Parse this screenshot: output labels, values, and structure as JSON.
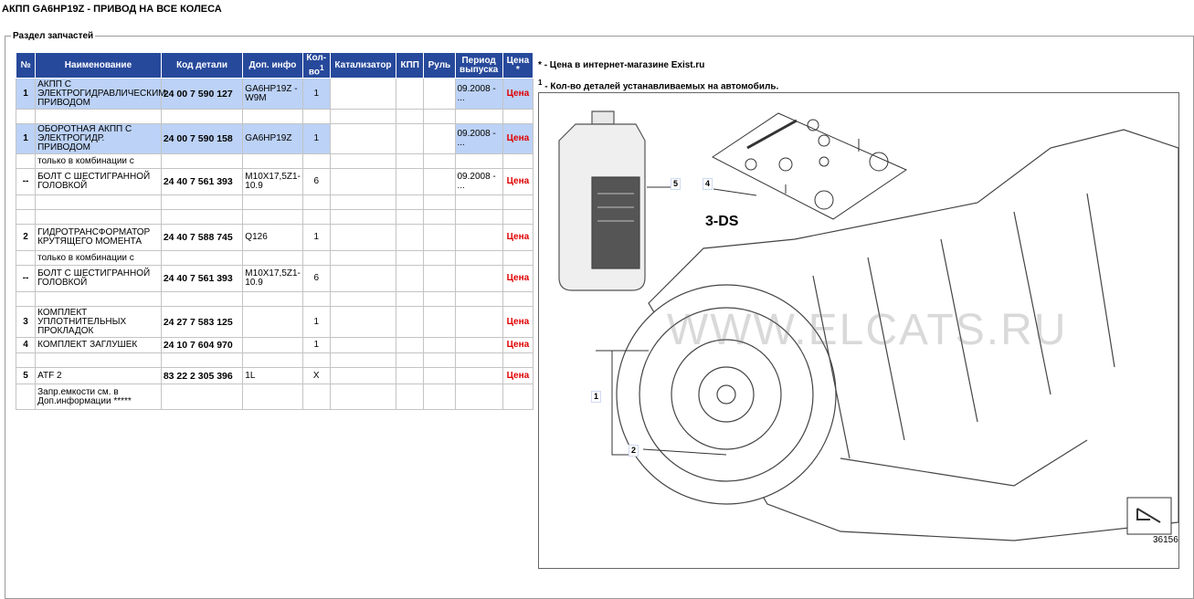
{
  "page_title": "АКПП GA6HP19Z - ПРИВОД НА ВСЕ КОЛЕСА",
  "section_legend": "Раздел запчастей",
  "table": {
    "headers": {
      "num": "№",
      "name": "Наименование",
      "code": "Код детали",
      "info": "Доп. инфо",
      "qty": "Кол-во",
      "qty_mark": "1",
      "catalyst": "Катализатор",
      "gearbox": "КПП",
      "steering": "Руль",
      "period": "Период выпуска",
      "price": "Цена",
      "price_mark": "*"
    },
    "rows": [
      {
        "num": "1",
        "name": "АКПП С ЭЛЕКТРОГИДРАВЛИЧЕСКИМ ПРИВОДОМ",
        "code": "24 00 7 590 127",
        "info": "GA6HP19Z - W9M",
        "qty": "1",
        "period": "09.2008 - ...",
        "price": "Цена"
      },
      {
        "num": "1",
        "name": "ОБОРОТНАЯ АКПП С ЭЛЕКТРОГИДР. ПРИВОДОМ",
        "code": "24 00 7 590 158",
        "info": "GA6HP19Z",
        "qty": "1",
        "period": "09.2008 - ...",
        "price": "Цена"
      },
      {
        "note": "только в комбинации с"
      },
      {
        "num": "--",
        "name": "БОЛТ С ШЕСТИГРАННОЙ ГОЛОВКОЙ",
        "code": "24 40 7 561 393",
        "info": "M10X17,5Z1-10.9",
        "qty": "6",
        "period": "09.2008 - ...",
        "price": "Цена"
      },
      {
        "num": "2",
        "name": "ГИДРОТРАНСФОРМАТОР КРУТЯЩЕГО МОМЕНТА",
        "code": "24 40 7 588 745",
        "info": "Q126",
        "qty": "1",
        "period": "",
        "price": "Цена"
      },
      {
        "note": "только в комбинации с"
      },
      {
        "num": "--",
        "name": "БОЛТ С ШЕСТИГРАННОЙ ГОЛОВКОЙ",
        "code": "24 40 7 561 393",
        "info": "M10X17,5Z1-10.9",
        "qty": "6",
        "period": "",
        "price": "Цена"
      },
      {
        "num": "3",
        "name": "КОМПЛЕКТ УПЛОТНИТЕЛЬНЫХ ПРОКЛАДОК",
        "code": "24 27 7 583 125",
        "info": "",
        "qty": "1",
        "period": "",
        "price": "Цена"
      },
      {
        "num": "4",
        "name": "КОМПЛЕКТ ЗАГЛУШЕК",
        "code": "24 10 7 604 970",
        "info": "",
        "qty": "1",
        "period": "",
        "price": "Цена"
      },
      {
        "num": "5",
        "name": "ATF 2",
        "code": "83 22 2 305 396",
        "info": "1L",
        "qty": "X",
        "period": "",
        "price": "Цена"
      },
      {
        "note": "Запр.емкости см. в Доп.информации *****"
      }
    ]
  },
  "notes": {
    "star_mark": "*",
    "star_text": "- Цена в интернет-магазине Exist.ru",
    "one_mark": "1",
    "one_text": "- Кол-во деталей устанавливаемых на автомобиль."
  },
  "diagram": {
    "callouts": [
      "1",
      "2",
      "4",
      "5"
    ],
    "kit_label": "3-DS",
    "watermark": "WWW.ELCATS.RU",
    "image_number": "36156"
  }
}
